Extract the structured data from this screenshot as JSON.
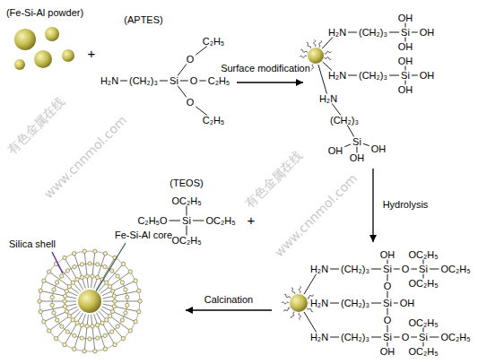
{
  "diagram": {
    "nodes": [
      {
        "text": [
          "(Fe-Si-Al powder)"
        ]
      },
      {
        "text": [
          "(APTES)",
          "H₂N",
          "(CH₂)₃",
          "Si",
          "O",
          "C₂H₅",
          "O",
          "C₂H₅",
          "O",
          "C₂H₅"
        ]
      },
      {
        "text": [
          "H₂N",
          "(CH₂)₃",
          "Si",
          "OH",
          "OH",
          "OH",
          "H₂N",
          "(CH₂)₃",
          "Si",
          "OH",
          "OH",
          "OH",
          "H₂N",
          "(CH₂)₃",
          "Si",
          "OH",
          "OH",
          "OH"
        ]
      },
      {
        "text": [
          "(TEOS)",
          "OC₂H₅",
          "C₂H₅O",
          "Si",
          "OC₂H₅",
          "OC₂H₅"
        ]
      },
      {
        "text": [
          "H₂N",
          "(CH₂)₃",
          "Si",
          "OH",
          "O",
          "Si",
          "OC₂H₅",
          "OC₂H₅",
          "OC₂H₅",
          "O",
          "H₂N",
          "(CH₂)₃",
          "Si",
          "OH",
          "O",
          "H₂N",
          "(CH₂)₃",
          "Si",
          "OH",
          "O",
          "Si",
          "OC₂H₅",
          "OC₂H₅",
          "OC₂H₅"
        ]
      },
      {
        "text": [
          "Fe-Si-Al core",
          "Silica shell"
        ]
      }
    ],
    "edges": [
      {
        "from": 1,
        "to": 2,
        "arrow": "to",
        "label": "Surface modification"
      },
      {
        "from": 2,
        "to": 4,
        "arrow": "to",
        "label": "Hydrolysis"
      },
      {
        "from": 4,
        "to": 5,
        "arrow": "to",
        "label": "Calcination"
      }
    ],
    "labels": [
      "+",
      "+",
      "有色金属在线",
      "www.cnnmol.com",
      "有色金属在线",
      "www.cnnmol.com"
    ]
  }
}
